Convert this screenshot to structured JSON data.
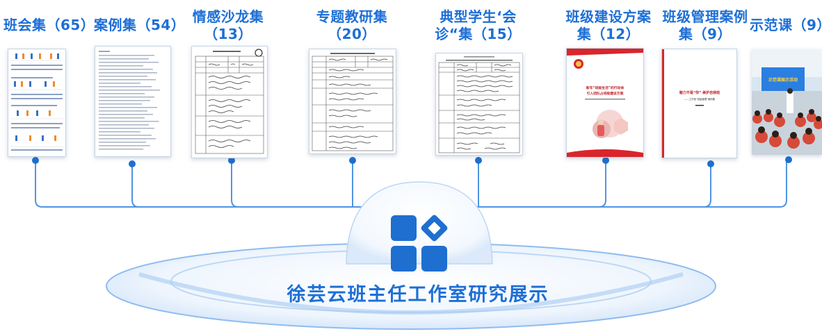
{
  "center": {
    "title": "徐芸云班主任工作室研究展示",
    "logo_icon": "grid-diamond-icon"
  },
  "colors": {
    "accent": "#1d6fd6",
    "line": "#4f94e3",
    "node": "#1e6fd0",
    "ring": "#8fbcf0"
  },
  "items": [
    {
      "title": "班会集（65）",
      "thumb": "table-grid"
    },
    {
      "title": "案例集（54）",
      "thumb": "list-doc"
    },
    {
      "title": "情感沙龙集\n（13）",
      "thumb": "handwritten-form"
    },
    {
      "title": "专题教研集\n（20）",
      "thumb": "handwritten-form"
    },
    {
      "title": "典型学生‘会\n诊“集（15）",
      "thumb": "handwritten-form"
    },
    {
      "title": "班级建设方案\n集（12）",
      "thumb": "cover-red"
    },
    {
      "title": "班级管理案例\n集（9）",
      "thumb": "cover-white"
    },
    {
      "title": "示范课（9）",
      "thumb": "classroom-photo"
    }
  ],
  "thumb_text": {
    "cover_red_line1": "新年“班级生活”的行动体",
    "cover_red_line2": "引入团队占班级建设方案",
    "cover_white_line1": "魅力不是“你”  美护自我班",
    "cover_white_line2": "——工作室“班级管理”案例集",
    "photo_banner": "示范课展示活动"
  }
}
